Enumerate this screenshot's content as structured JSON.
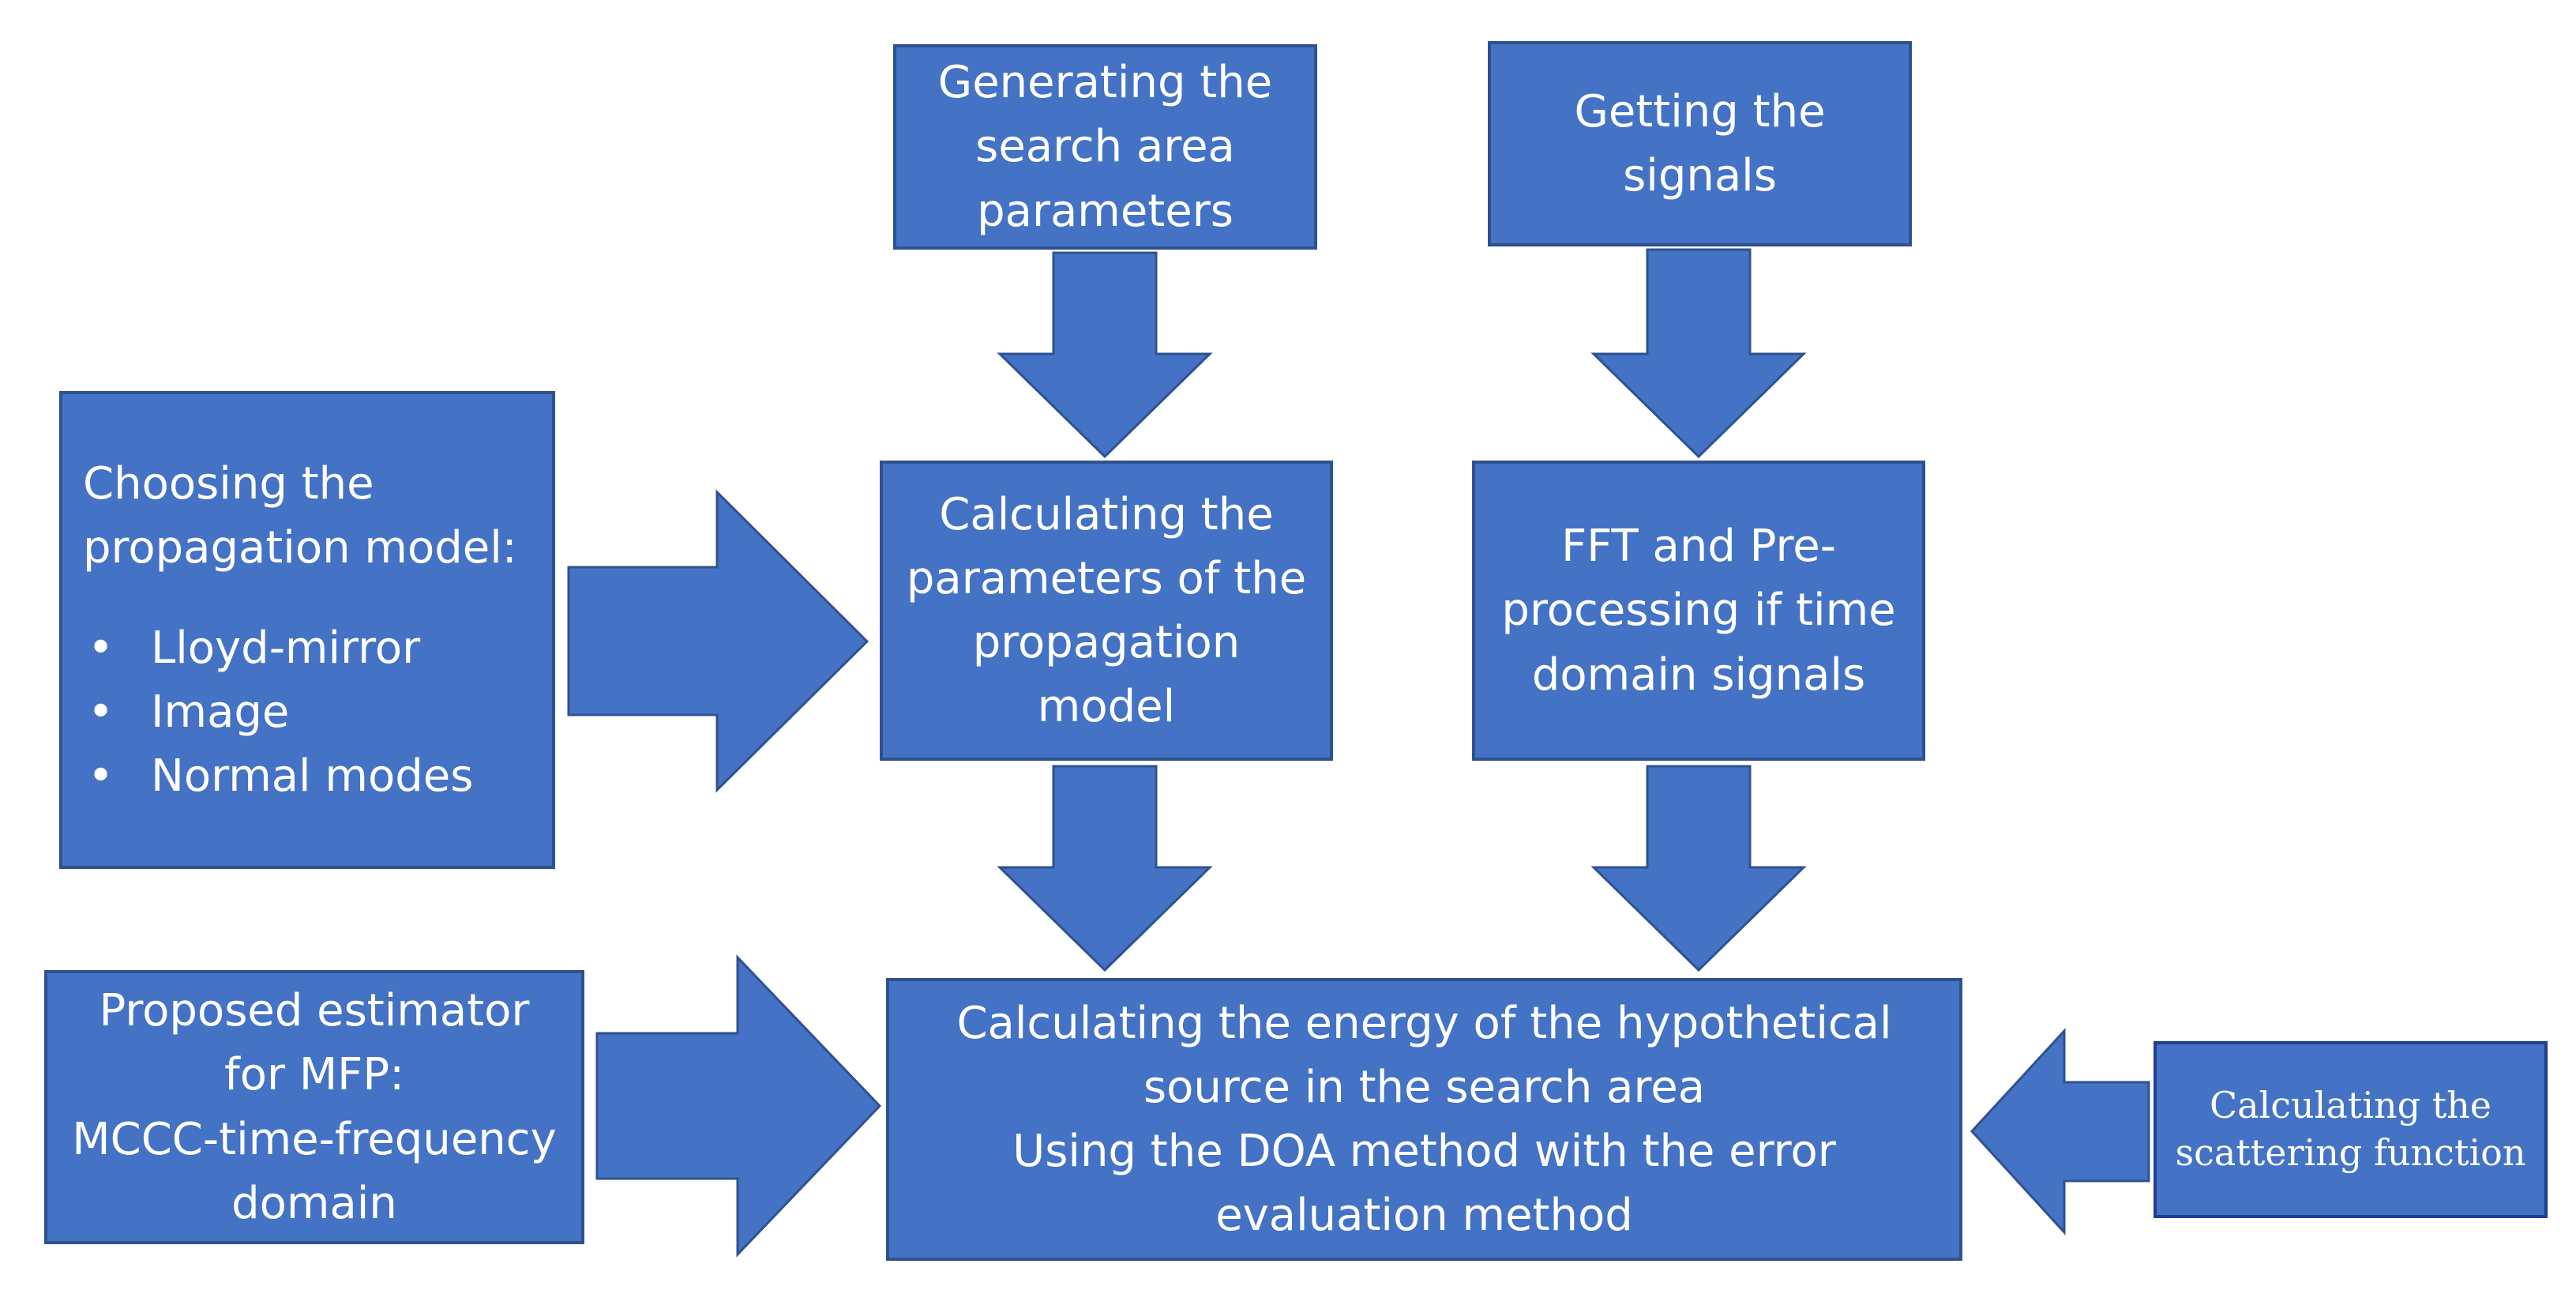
{
  "colors": {
    "box_fill": "#4472c4",
    "box_border": "#2f528f",
    "text": "#ffffff",
    "background": "#ffffff"
  },
  "boxes": {
    "search_area": {
      "text": "Generating the\nsearch area\nparameters"
    },
    "signals": {
      "text": "Getting the\nsignals"
    },
    "propagation_model_choice": {
      "heading": "Choosing the\npropagation model:",
      "bullets": [
        "Lloyd-mirror",
        "Image",
        "Normal modes"
      ]
    },
    "propagation_params": {
      "text": "Calculating the\nparameters of the\npropagation\nmodel"
    },
    "fft": {
      "text": "FFT and Pre-\nprocessing if time\ndomain signals"
    },
    "estimator": {
      "text": "Proposed estimator\nfor MFP:\nMCCC-time-frequency\ndomain"
    },
    "energy": {
      "text": "Calculating the energy of the hypothetical\nsource in the search area\nUsing the DOA method with the error\nevaluation method"
    },
    "scattering": {
      "text": "Calculating the\nscattering function"
    }
  },
  "bullet_symbol": "•"
}
